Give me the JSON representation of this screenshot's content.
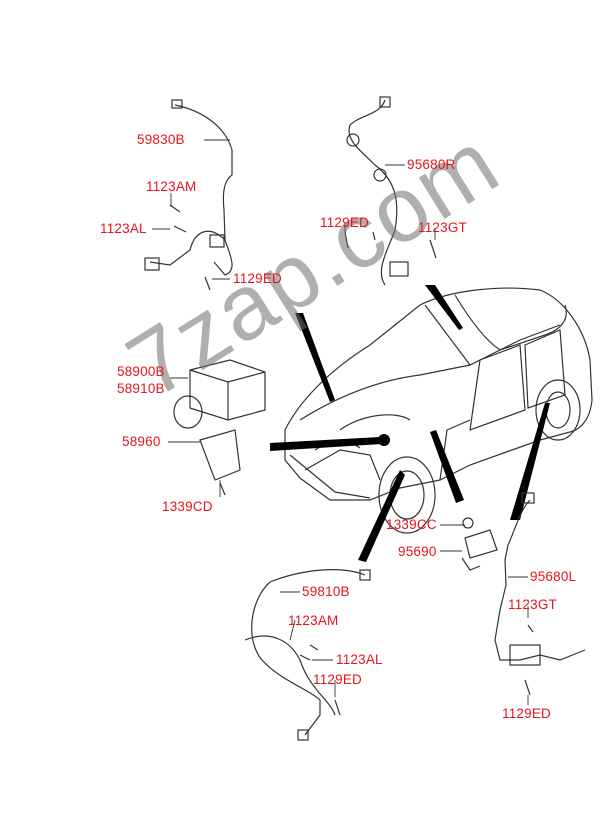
{
  "watermark": "7zap.com",
  "colors": {
    "label": "#e8141b",
    "line": "#333333",
    "arrow": "#000000"
  },
  "labels": {
    "fr_sensor_cable": "59830B",
    "fr_bolt_am": "1123AM",
    "fr_bolt_al": "1123AL",
    "fr_bolt_ed": "1129ED",
    "rr_sensor_r": "95680R",
    "rr_bolt_ed": "1129ED",
    "rr_bolt_gt": "1123GT",
    "hecu_a": "58900B",
    "hecu_b": "58910B",
    "bracket": "58960",
    "bracket_nut": "1339CD",
    "sensor_nut": "1339CC",
    "yaw_sensor": "95690",
    "rr_sensor_l": "95680L",
    "fl_sensor_cable": "59810B",
    "rl_bolt_gt": "1123GT",
    "fl_bolt_am": "1123AM",
    "fl_bolt_al": "1123AL",
    "fl_bolt_ed": "1129ED",
    "rl_bolt_ed": "1129ED"
  }
}
